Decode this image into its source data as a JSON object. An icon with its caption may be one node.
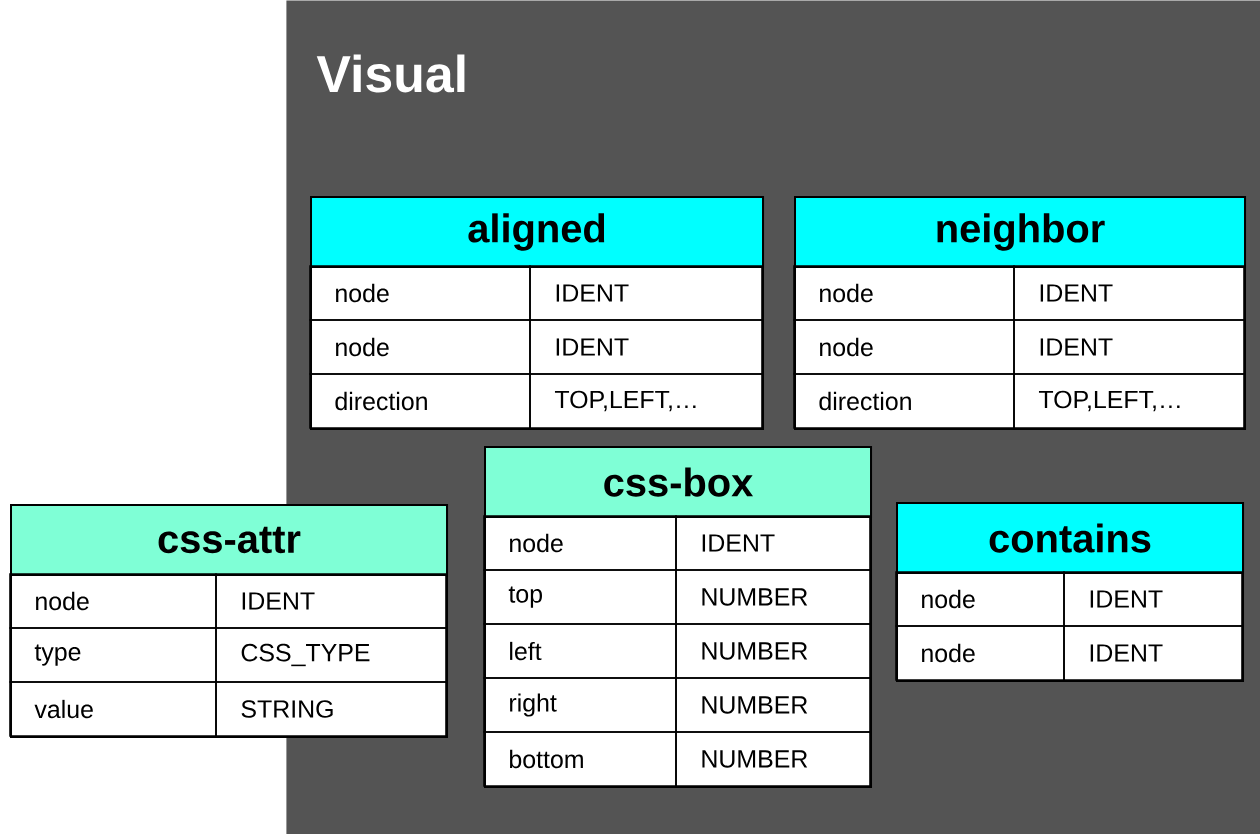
{
  "diagram": {
    "nodes": [
      {
        "text": [
          "Visual"
        ]
      },
      {
        "text": [
          "aligned",
          "node",
          "IDENT",
          "node",
          "IDENT",
          "direction",
          "TOP,LEFT,…"
        ],
        "in": 0
      },
      {
        "text": [
          "neighbor",
          "node",
          "IDENT",
          "node",
          "IDENT",
          "direction",
          "TOP,LEFT,…"
        ],
        "in": 0
      },
      {
        "text": [
          "css-attr",
          "node",
          "IDENT",
          "type",
          "CSS_TYPE",
          "value",
          "STRING"
        ]
      },
      {
        "text": [
          "css-box",
          "node",
          "IDENT",
          "top",
          "NUMBER",
          "left",
          "NUMBER",
          "right",
          "NUMBER",
          "bottom",
          "NUMBER"
        ],
        "in": 0
      },
      {
        "text": [
          "contains",
          "node",
          "IDENT",
          "node",
          "IDENT"
        ],
        "in": 0
      }
    ]
  }
}
